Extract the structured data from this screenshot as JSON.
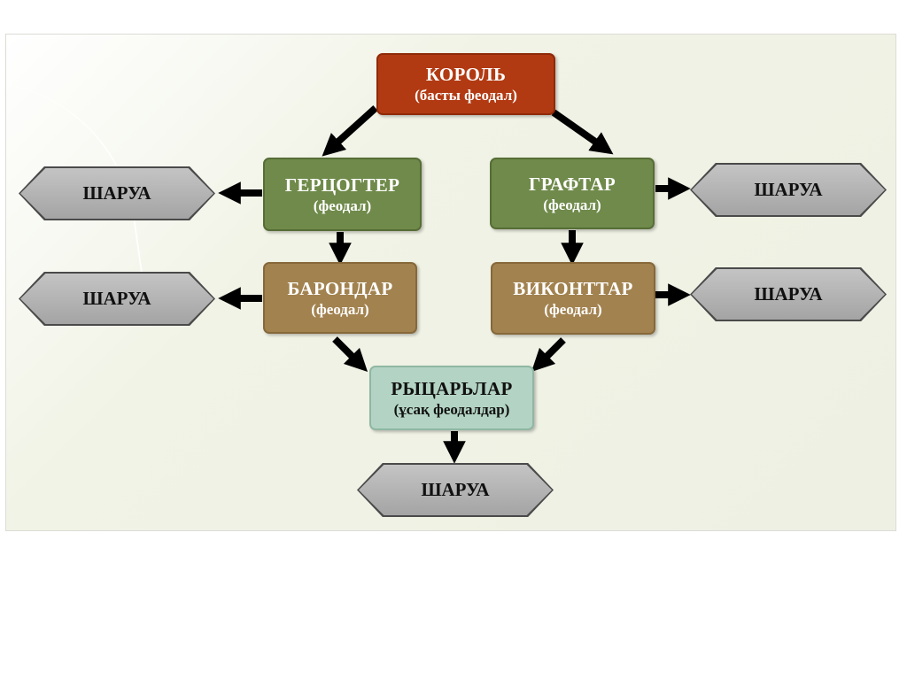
{
  "nodes": {
    "king": {
      "title": "КОРОЛЬ",
      "subtitle": "(басты феодал)",
      "color": "#b23a12"
    },
    "dukes": {
      "title": "ГЕРЦОГТЕР",
      "subtitle": "(феодал)",
      "color": "#6f8a4a"
    },
    "counts": {
      "title": "ГРАФТАР",
      "subtitle": "(феодал)",
      "color": "#6f8a4a"
    },
    "barons": {
      "title": "БАРОНДАР",
      "subtitle": "(феодал)",
      "color": "#a2824f"
    },
    "viscounts": {
      "title": "ВИКОНТТАР",
      "subtitle": "(феодал)",
      "color": "#a2824f"
    },
    "knights": {
      "title": "РЫЦАРЬЛАР",
      "subtitle": "(ұсақ феодалдар)",
      "color": "#b3d4c4"
    }
  },
  "peasants": {
    "label": "ШАРУА"
  }
}
